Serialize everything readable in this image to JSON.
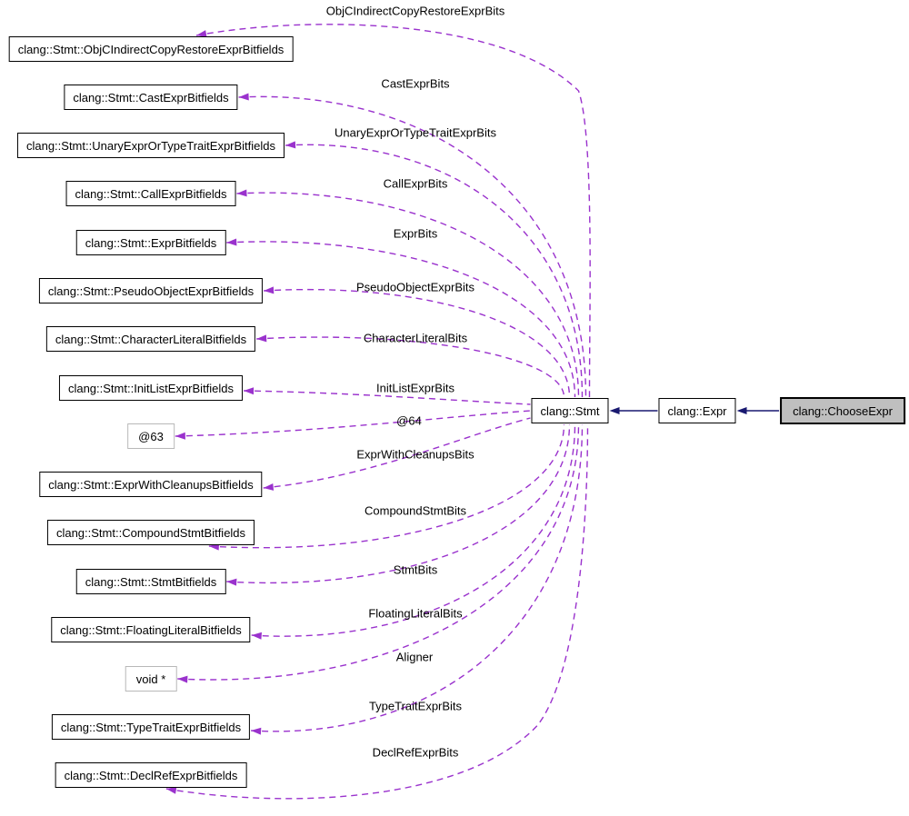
{
  "diagram_type": "collaboration-graph",
  "colors": {
    "usage_edge": "#9a32cd",
    "inheritance_edge": "#191970",
    "node_border": "#000000",
    "node_background": "#ffffff",
    "current_node_background": "#bfbfbf",
    "muted_border": "#b8b8b8",
    "text": "#000000",
    "background": "#ffffff"
  },
  "nodes": [
    {
      "label": "clang::Stmt::ObjCIndirectCopyRestoreExprBitfields",
      "kind": "class"
    },
    {
      "label": "clang::Stmt::CastExprBitfields",
      "kind": "class"
    },
    {
      "label": "clang::Stmt::UnaryExprOrTypeTraitExprBitfields",
      "kind": "class"
    },
    {
      "label": "clang::Stmt::CallExprBitfields",
      "kind": "class"
    },
    {
      "label": "clang::Stmt::ExprBitfields",
      "kind": "class"
    },
    {
      "label": "clang::Stmt::PseudoObjectExprBitfields",
      "kind": "class"
    },
    {
      "label": "clang::Stmt::CharacterLiteralBitfields",
      "kind": "class"
    },
    {
      "label": "clang::Stmt::InitListExprBitfields",
      "kind": "class"
    },
    {
      "label": "@63",
      "kind": "anonymous"
    },
    {
      "label": "clang::Stmt::ExprWithCleanupsBitfields",
      "kind": "class"
    },
    {
      "label": "clang::Stmt::CompoundStmtBitfields",
      "kind": "class"
    },
    {
      "label": "clang::Stmt::StmtBitfields",
      "kind": "class"
    },
    {
      "label": "clang::Stmt::FloatingLiteralBitfields",
      "kind": "class"
    },
    {
      "label": "void *",
      "kind": "primitive"
    },
    {
      "label": "clang::Stmt::TypeTraitExprBitfields",
      "kind": "class"
    },
    {
      "label": "clang::Stmt::DeclRefExprBitfields",
      "kind": "class"
    },
    {
      "label": "clang::Stmt",
      "kind": "class"
    },
    {
      "label": "clang::Expr",
      "kind": "class"
    },
    {
      "label": "clang::ChooseExpr",
      "kind": "current"
    }
  ],
  "edges": [
    {
      "from": "clang::Stmt",
      "to": "clang::Stmt::ObjCIndirectCopyRestoreExprBitfields",
      "label": "ObjCIndirectCopyRestoreExprBits",
      "style": "dashed"
    },
    {
      "from": "clang::Stmt",
      "to": "clang::Stmt::CastExprBitfields",
      "label": "CastExprBits",
      "style": "dashed"
    },
    {
      "from": "clang::Stmt",
      "to": "clang::Stmt::UnaryExprOrTypeTraitExprBitfields",
      "label": "UnaryExprOrTypeTraitExprBits",
      "style": "dashed"
    },
    {
      "from": "clang::Stmt",
      "to": "clang::Stmt::CallExprBitfields",
      "label": "CallExprBits",
      "style": "dashed"
    },
    {
      "from": "clang::Stmt",
      "to": "clang::Stmt::ExprBitfields",
      "label": "ExprBits",
      "style": "dashed"
    },
    {
      "from": "clang::Stmt",
      "to": "clang::Stmt::PseudoObjectExprBitfields",
      "label": "PseudoObjectExprBits",
      "style": "dashed"
    },
    {
      "from": "clang::Stmt",
      "to": "clang::Stmt::CharacterLiteralBitfields",
      "label": "CharacterLiteralBits",
      "style": "dashed"
    },
    {
      "from": "clang::Stmt",
      "to": "clang::Stmt::InitListExprBitfields",
      "label": "InitListExprBits",
      "style": "dashed"
    },
    {
      "from": "clang::Stmt",
      "to": "@63",
      "label": "@64",
      "style": "dashed"
    },
    {
      "from": "clang::Stmt",
      "to": "clang::Stmt::ExprWithCleanupsBitfields",
      "label": "ExprWithCleanupsBits",
      "style": "dashed"
    },
    {
      "from": "clang::Stmt",
      "to": "clang::Stmt::CompoundStmtBitfields",
      "label": "CompoundStmtBits",
      "style": "dashed"
    },
    {
      "from": "clang::Stmt",
      "to": "clang::Stmt::StmtBitfields",
      "label": "StmtBits",
      "style": "dashed"
    },
    {
      "from": "clang::Stmt",
      "to": "clang::Stmt::FloatingLiteralBitfields",
      "label": "FloatingLiteralBits",
      "style": "dashed"
    },
    {
      "from": "clang::Stmt",
      "to": "void *",
      "label": "Aligner",
      "style": "dashed"
    },
    {
      "from": "clang::Stmt",
      "to": "clang::Stmt::TypeTraitExprBitfields",
      "label": "TypeTraitExprBits",
      "style": "dashed"
    },
    {
      "from": "clang::Stmt",
      "to": "clang::Stmt::DeclRefExprBitfields",
      "label": "DeclRefExprBits",
      "style": "dashed"
    },
    {
      "from": "clang::Expr",
      "to": "clang::Stmt",
      "label": "",
      "style": "solid"
    },
    {
      "from": "clang::ChooseExpr",
      "to": "clang::Expr",
      "label": "",
      "style": "solid"
    }
  ]
}
